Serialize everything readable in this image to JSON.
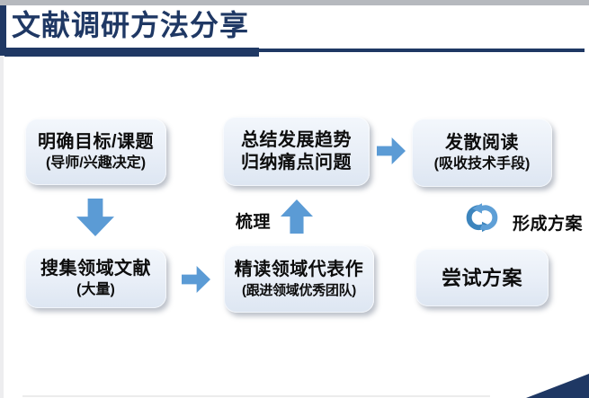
{
  "colors": {
    "navy": "#1f3864",
    "arrow_blue": "#5b9bd5",
    "box_fill": "#e8eef7",
    "text": "#0d0d0d"
  },
  "header": {
    "title": "文献调研方法分享"
  },
  "flow": {
    "boxes": [
      {
        "line1": "明确目标/课题",
        "line2": "(导师/兴趣决定)"
      },
      {
        "line1": "搜集领域文献",
        "line2": "(大量)"
      },
      {
        "line1": "精读领域代表作",
        "line2": "(跟进领域优秀团队)"
      },
      {
        "line1": "总结发展趋势",
        "line2": "归纳痛点问题"
      },
      {
        "line1": "发散阅读",
        "line2": "(吸收技术手段)"
      },
      {
        "line1": "尝试方案",
        "line2": ""
      }
    ],
    "annotations": {
      "comb": "梳理",
      "form_plan": "形成方案"
    },
    "icons": {
      "down_arrow": "block-arrow-down",
      "right_arrow": "block-arrow-right",
      "up_arrow": "block-arrow-up",
      "cycle": "cycle-refresh-arrows"
    }
  }
}
